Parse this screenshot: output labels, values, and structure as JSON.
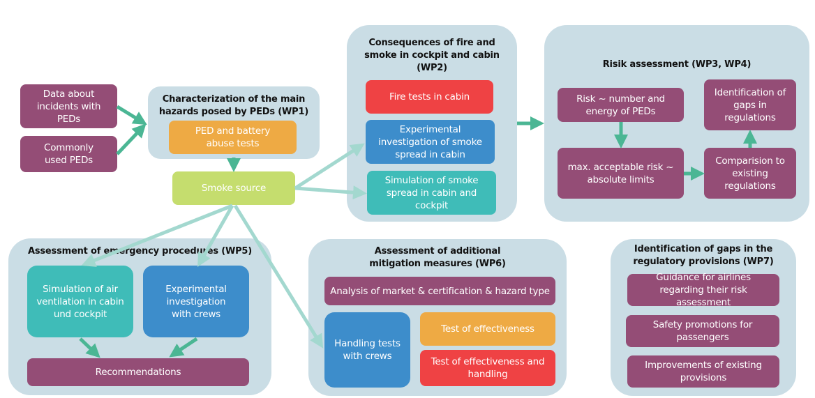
{
  "colors": {
    "group_bg": "#cadde5",
    "purple": "#944d76",
    "orange": "#eeaa44",
    "green": "#c5dd6e",
    "red": "#ef4244",
    "blue": "#3d8dcb",
    "teal": "#3fbcb8",
    "arrow_dark": "#4bb694",
    "arrow_light": "#a3d8cf"
  },
  "inputs": {
    "incident_data": "Data about\nincidents with\nPEDs",
    "common_peds": "Commonly\nused PEDs"
  },
  "wp1": {
    "title": "Characterization of the main\nhazards posed by PEDs  (WP1)",
    "abuse_tests": "PED and battery\nabuse tests"
  },
  "smoke_source": "Smoke source",
  "wp2": {
    "title": "Consequences of fire and\nsmoke in cockpit and cabin\n(WP2)",
    "fire_tests": "Fire tests in cabin",
    "experimental_smoke": "Experimental\ninvestigation of smoke\nspread in cabin",
    "simulation_smoke": "Simulation of smoke\nspread in cabin and\ncockpit"
  },
  "wp34": {
    "title": "Risik assessment (WP3, WP4)",
    "risk_number": "Risk ~ number and\nenergy of PEDs",
    "max_risk": "max. acceptable risk ~\nabsolute limits",
    "comparison": "Comparision to\nexisting\nregulations",
    "identification": "Identification of\ngaps in\nregulations"
  },
  "wp5": {
    "title": "Assessment of emergency procedures (WP5)",
    "simulation_air": "Simulation of air\nventilation in cabin\nund cockpit",
    "experimental_crews": "Experimental\ninvestigation\nwith crews",
    "recommendations": "Recommendations"
  },
  "wp6": {
    "title": "Assessment of additional\nmitigation measures  (WP6)",
    "analysis": "Analysis of market & certification & hazard type",
    "handling_tests": "Handling tests\nwith crews",
    "test_effectiveness": "Test of effectiveness",
    "test_effectiveness_handling": "Test of effectiveness and\nhandling"
  },
  "wp7": {
    "title": "Identification of gaps in the\nregulatory provisions (WP7)",
    "guidance": "Guidance for airlines\nregarding their risk assessment",
    "safety_promotions": "Safety promotions for\npassengers",
    "improvements": "Improvements of existing\nprovisions"
  }
}
